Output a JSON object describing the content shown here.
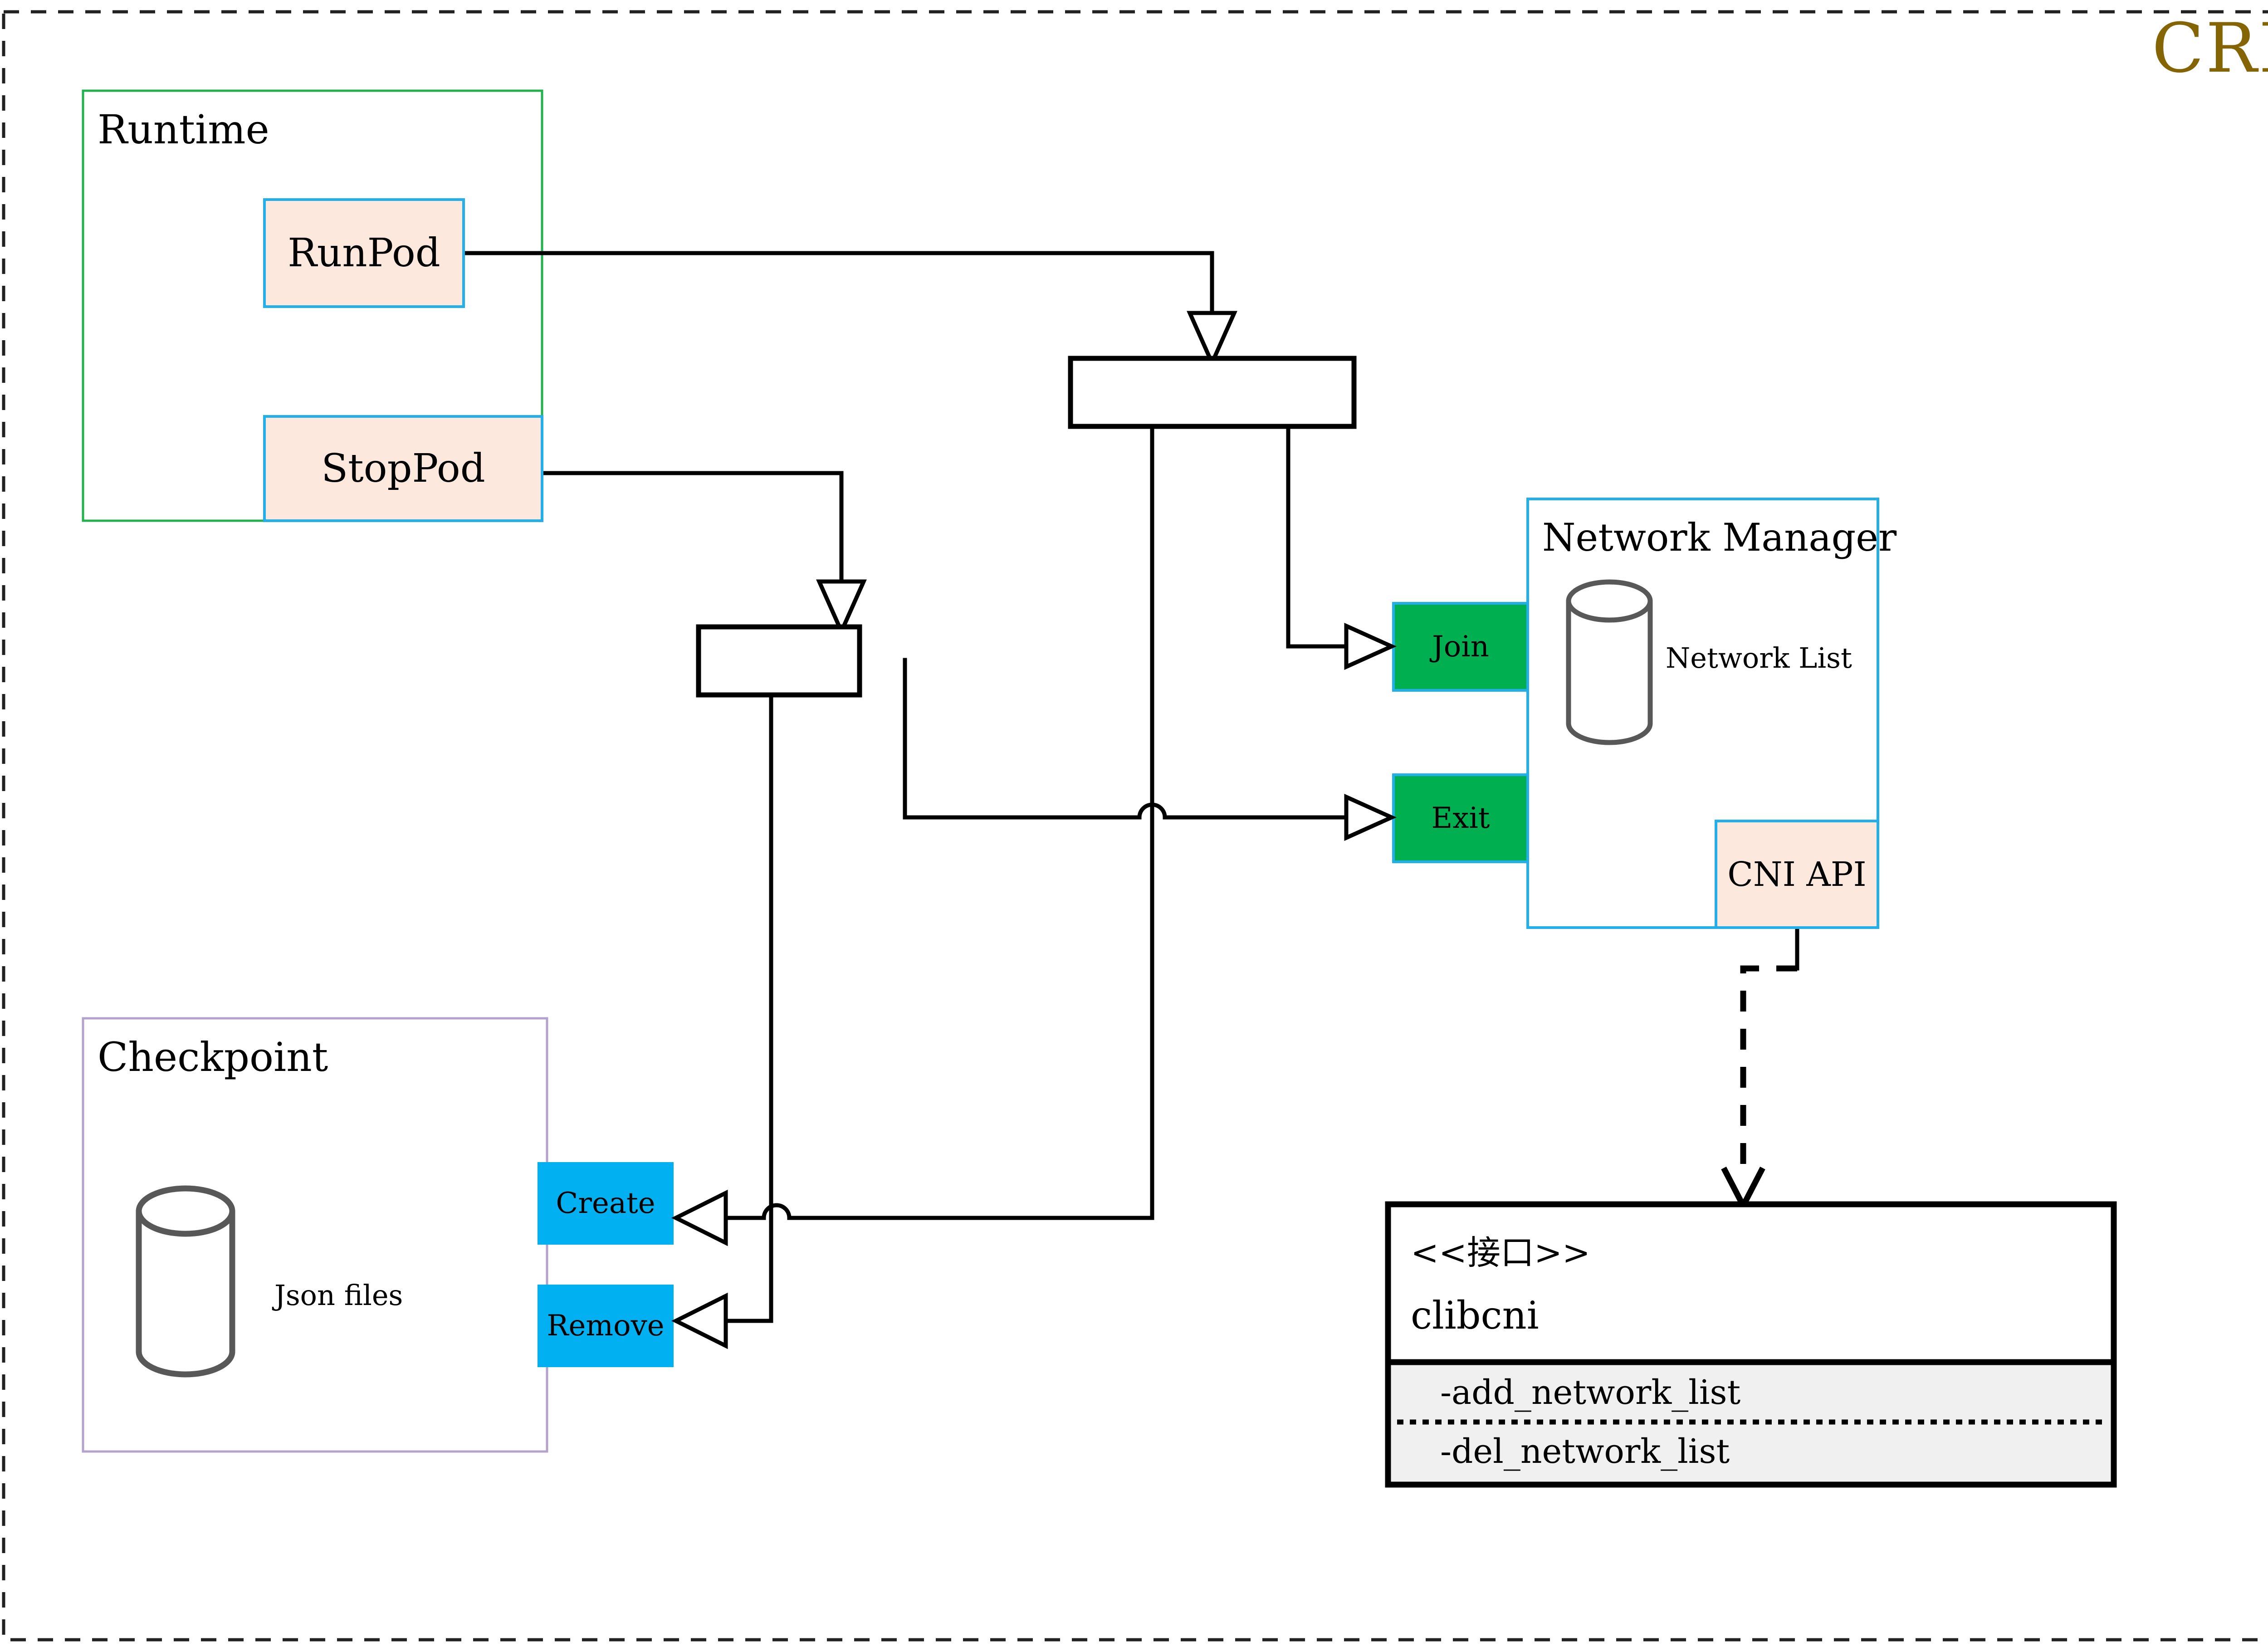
{
  "diagram": {
    "type": "uml-component-diagram",
    "title": "CRI",
    "title_color": "#856404",
    "outer_frame": {
      "style": "dashed",
      "color": "#222222"
    },
    "colors": {
      "peach_fill": "#fce8dc",
      "cyan_border": "#23b0ea",
      "green_border": "#22b14c",
      "purple_border": "#b3a2cc",
      "green_fill": "#00b050",
      "blue_fill": "#00b0f0",
      "gray_fill": "#f0f0f0",
      "cylinder_stroke": "#585858",
      "line_color": "#000000"
    },
    "containers": [
      {
        "id": "runtime",
        "label": "Runtime",
        "border": "#22b14c"
      },
      {
        "id": "checkpoint",
        "label": "Checkpoint",
        "border": "#b3a2cc"
      },
      {
        "id": "network-manager",
        "label": "Network Manager",
        "border": "#23b0ea"
      }
    ],
    "runtime": {
      "label": "Runtime",
      "ports": [
        {
          "id": "runpod",
          "label": "RunPod"
        },
        {
          "id": "stoppod",
          "label": "StopPod"
        }
      ]
    },
    "checkpoint": {
      "label": "Checkpoint",
      "store_label": "Json files",
      "ports": [
        {
          "id": "create",
          "label": "Create"
        },
        {
          "id": "remove",
          "label": "Remove"
        }
      ]
    },
    "network_manager": {
      "label": "Network Manager",
      "store_label": "Network List",
      "ports": [
        {
          "id": "join",
          "label": "Join"
        },
        {
          "id": "exit",
          "label": "Exit"
        }
      ],
      "api": {
        "id": "cni-api",
        "label": "CNI API"
      }
    },
    "interface_box": {
      "stereotype": "<<接口>>",
      "name": "clibcni",
      "methods": [
        "-add_network_list",
        "-del_network_list"
      ]
    },
    "junctions": [
      {
        "id": "junction-top",
        "label": ""
      },
      {
        "id": "junction-left",
        "label": ""
      }
    ]
  }
}
